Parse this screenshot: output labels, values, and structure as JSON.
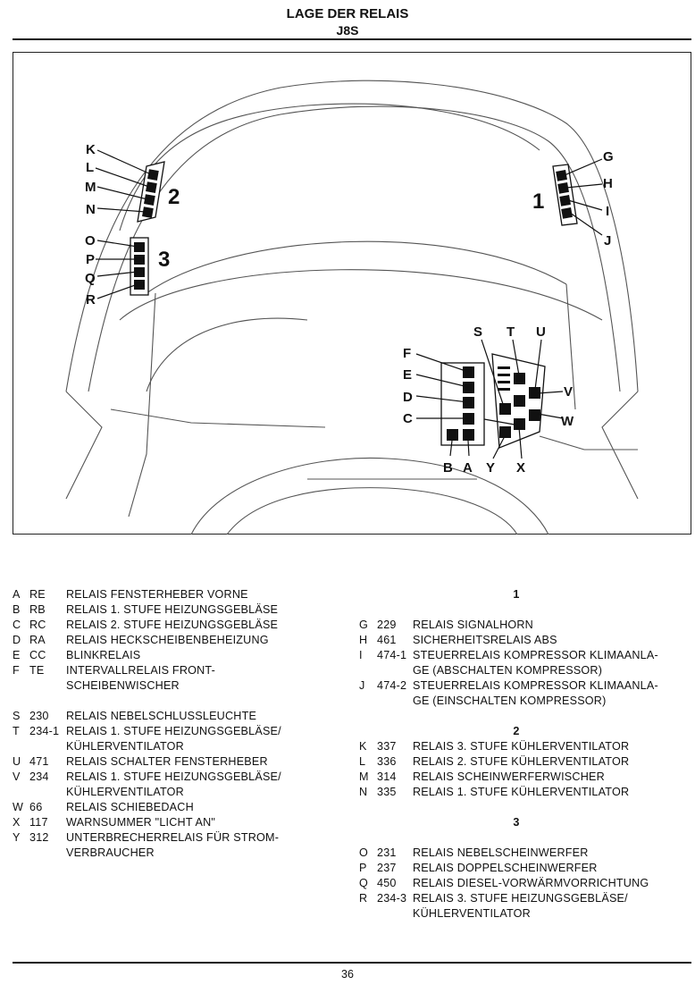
{
  "header": {
    "title": "LAGE DER RELAIS",
    "subtitle": "J8S"
  },
  "diagram": {
    "group_numbers": [
      "1",
      "2",
      "3"
    ],
    "labels": {
      "K": "K",
      "L": "L",
      "M": "M",
      "N": "N",
      "O": "O",
      "P": "P",
      "Q": "Q",
      "R": "R",
      "G": "G",
      "H": "H",
      "I": "I",
      "J": "J",
      "F": "F",
      "E": "E",
      "D": "D",
      "C": "C",
      "B": "B",
      "A": "A",
      "S": "S",
      "T": "T",
      "U": "U",
      "V": "V",
      "W": "W",
      "X": "X",
      "Y": "Y"
    }
  },
  "legend_left": [
    {
      "letter": "A",
      "code": "RE",
      "text": "RELAIS FENSTERHEBER VORNE"
    },
    {
      "letter": "B",
      "code": "RB",
      "text": "RELAIS 1. STUFE HEIZUNGSGEBLÄSE"
    },
    {
      "letter": "C",
      "code": "RC",
      "text": "RELAIS 2. STUFE HEIZUNGSGEBLÄSE"
    },
    {
      "letter": "D",
      "code": "RA",
      "text": "RELAIS HECKSCHEIBENBEHEIZUNG"
    },
    {
      "letter": "E",
      "code": "CC",
      "text": "BLINKRELAIS"
    },
    {
      "letter": "F",
      "code": "TE",
      "text": "INTERVALLRELAIS FRONT-\nSCHEIBENWISCHER"
    },
    {
      "letter": "S",
      "code": "230",
      "text": "RELAIS NEBELSCHLUSSLEUCHTE"
    },
    {
      "letter": "T",
      "code": "234-1",
      "text": "RELAIS 1. STUFE HEIZUNGSGEBLÄSE/\nKÜHLERVENTILATOR"
    },
    {
      "letter": "U",
      "code": "471",
      "text": "RELAIS SCHALTER FENSTERHEBER"
    },
    {
      "letter": "V",
      "code": "234",
      "text": "RELAIS 1. STUFE HEIZUNGSGEBLÄSE/\nKÜHLERVENTILATOR"
    },
    {
      "letter": "W",
      "code": "66",
      "text": "RELAIS SCHIEBEDACH"
    },
    {
      "letter": "X",
      "code": "117",
      "text": "WARNSUMMER \"LICHT AN\""
    },
    {
      "letter": "Y",
      "code": "312",
      "text": "UNTERBRECHERRELAIS FÜR STROM-\nVERBRAUCHER"
    }
  ],
  "legend_right": {
    "section1": {
      "heading": "1",
      "items": [
        {
          "letter": "G",
          "code": "229",
          "text": "RELAIS SIGNALHORN"
        },
        {
          "letter": "H",
          "code": "461",
          "text": "SICHERHEITSRELAIS ABS"
        },
        {
          "letter": "I",
          "code": "474-1",
          "text": "STEUERRELAIS KOMPRESSOR KLIMAANLA-\nGE (ABSCHALTEN KOMPRESSOR)"
        },
        {
          "letter": "J",
          "code": "474-2",
          "text": "STEUERRELAIS KOMPRESSOR KLIMAANLA-\nGE (EINSCHALTEN KOMPRESSOR)"
        }
      ]
    },
    "section2": {
      "heading": "2",
      "items": [
        {
          "letter": "K",
          "code": "337",
          "text": "RELAIS 3. STUFE KÜHLERVENTILATOR"
        },
        {
          "letter": "L",
          "code": "336",
          "text": "RELAIS 2. STUFE KÜHLERVENTILATOR"
        },
        {
          "letter": "M",
          "code": "314",
          "text": "RELAIS SCHEINWERFERWISCHER"
        },
        {
          "letter": "N",
          "code": "335",
          "text": "RELAIS 1. STUFE KÜHLERVENTILATOR"
        }
      ]
    },
    "section3": {
      "heading": "3",
      "items": [
        {
          "letter": "O",
          "code": "231",
          "text": "RELAIS NEBELSCHEINWERFER"
        },
        {
          "letter": "P",
          "code": "237",
          "text": "RELAIS DOPPELSCHEINWERFER"
        },
        {
          "letter": "Q",
          "code": "450",
          "text": "RELAIS DIESEL-VORWÄRMVORRICHTUNG"
        },
        {
          "letter": "R",
          "code": "234-3",
          "text": "RELAIS 3. STUFE HEIZUNGSGEBLÄSE/\nKÜHLERVENTILATOR"
        }
      ]
    }
  },
  "footer": {
    "page_number": "36"
  }
}
